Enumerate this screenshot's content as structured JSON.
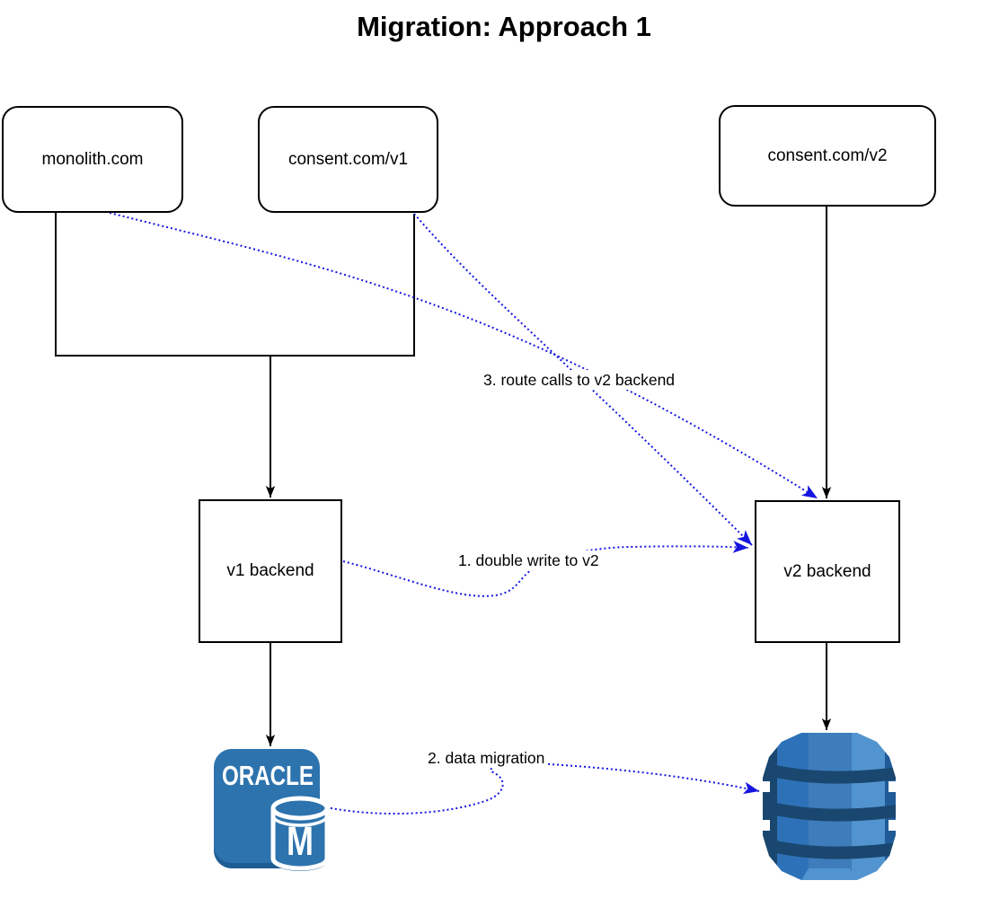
{
  "title": "Migration: Approach 1",
  "nodes": {
    "monolith": {
      "label": "monolith.com"
    },
    "consent_v1": {
      "label": "consent.com/v1"
    },
    "consent_v2": {
      "label": "consent.com/v2"
    },
    "v1_backend": {
      "label": "v1 backend"
    },
    "v2_backend": {
      "label": "v2 backend"
    }
  },
  "edge_labels": {
    "double_write": "1. double write to v2",
    "data_migration": "2. data migration",
    "route_calls": "3. route calls to v2 backend"
  },
  "icons": {
    "oracle_mysql": {
      "label": "ORACLE",
      "monogram": "M",
      "primary": "#2d73ae",
      "shadow": "#1e5d94",
      "foreground": "#ffffff"
    },
    "dynamodb": {
      "darkest": "#1A476F",
      "dark": "#205B97",
      "mid": "#2D72B8",
      "mid_light": "#3E7CBC",
      "light": "#5294CF",
      "notch": "#ffffff"
    }
  },
  "colors": {
    "background": "#ffffff",
    "solid_edge": "#000000",
    "dotted_edge": "#1515e0",
    "node_border": "#000000",
    "node_fill": "#ffffff",
    "label_text": "#000000"
  }
}
